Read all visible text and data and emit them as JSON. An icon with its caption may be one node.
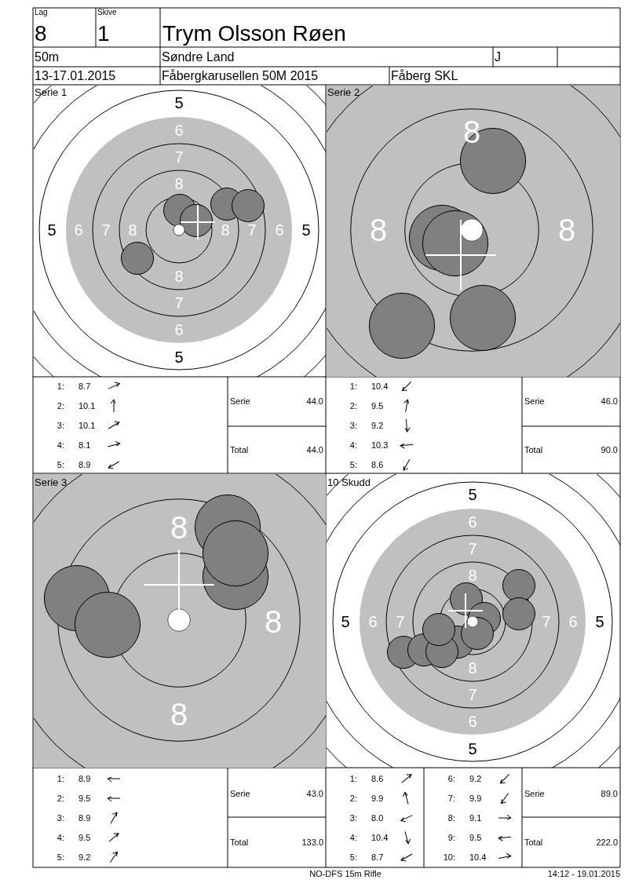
{
  "diagram": {
    "labels": [
      "Lag",
      "Skive",
      "8",
      "1",
      "Trym Olsson Røen",
      "50m",
      "Søndre Land",
      "J",
      "13-17.01.2015",
      "Fåbergkarusellen 50M 2015",
      "Fåberg SKL",
      "Serie 1",
      "5",
      "6",
      "7",
      "8",
      "5",
      "6",
      "7",
      "8",
      "8",
      "7",
      "6",
      "5",
      "8",
      "7",
      "6",
      "5",
      "Serie 2",
      "8",
      "8",
      "8",
      "1:",
      "8.7",
      "2:",
      "10.1",
      "3:",
      "10.1",
      "4:",
      "8.1",
      "5:",
      "8.9",
      "Serie",
      "44.0",
      "Total",
      "44.0",
      "1:",
      "10.4",
      "2:",
      "9.5",
      "3:",
      "9.2",
      "4:",
      "10.3",
      "5:",
      "8.6",
      "Serie",
      "46.0",
      "Total",
      "90.0",
      "Serie 3",
      "8",
      "8",
      "8",
      "10 Skudd",
      "5",
      "6",
      "7",
      "8",
      "5",
      "6",
      "7",
      "7",
      "6",
      "5",
      "8",
      "7",
      "6",
      "5",
      "1:",
      "8.9",
      "2:",
      "9.5",
      "3:",
      "8.9",
      "4:",
      "9.5",
      "5:",
      "9.2",
      "Serie",
      "43.0",
      "Total",
      "133.0",
      "1:",
      "8.6",
      "2:",
      "9.9",
      "3:",
      "8.0",
      "4:",
      "10.4",
      "5:",
      "8.7",
      "6:",
      "9.2",
      "7:",
      "9.9",
      "8:",
      "9.1",
      "9:",
      "9.5",
      "10:",
      "10.4",
      "Serie",
      "89.0",
      "Total",
      "222.0",
      "NO-DFS 15m Rifle",
      "14:12 - 19.01.2015"
    ]
  }
}
